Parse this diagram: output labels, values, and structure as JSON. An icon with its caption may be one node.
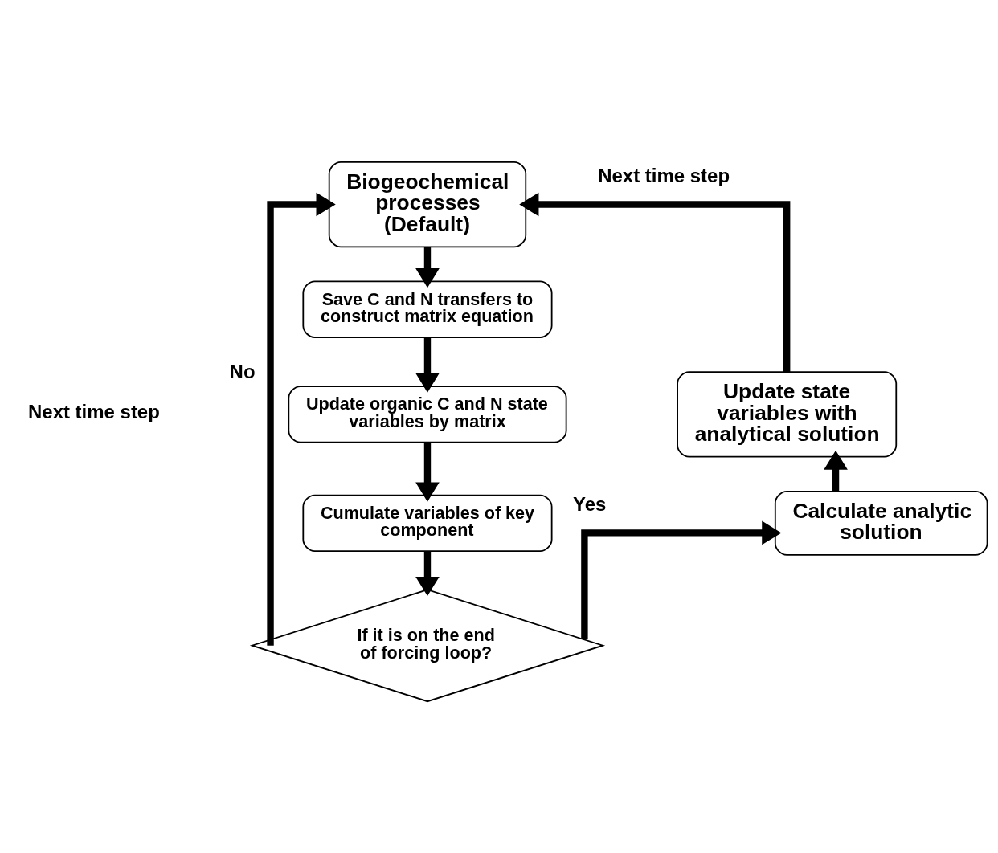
{
  "diagram": {
    "nodes": [
      {
        "text": [
          "Biogeochemical processes (Default)"
        ]
      },
      {
        "text": [
          "Save C and N transfers to construct matrix equation"
        ]
      },
      {
        "text": [
          "Update organic C and N state variables by matrix"
        ]
      },
      {
        "text": [
          "Cumulate variables of key component"
        ]
      },
      {
        "text": [
          "If it is on the end of forcing loop?"
        ]
      },
      {
        "text": [
          "Calculate analytic solution"
        ]
      },
      {
        "text": [
          "Update state variables with analytical solution"
        ]
      }
    ],
    "edges": [
      {
        "from": 0,
        "to": 1,
        "arrow": "to"
      },
      {
        "from": 1,
        "to": 2,
        "arrow": "to"
      },
      {
        "from": 2,
        "to": 3,
        "arrow": "to"
      },
      {
        "from": 3,
        "to": 4,
        "arrow": "to"
      },
      {
        "from": 4,
        "to": 0,
        "arrow": "to",
        "label": "No"
      },
      {
        "from": 4,
        "to": 5,
        "arrow": "to",
        "label": "Yes"
      },
      {
        "from": 5,
        "to": 6,
        "arrow": "to"
      },
      {
        "from": 6,
        "to": 0,
        "arrow": "to",
        "label": "Next time step"
      }
    ],
    "labels": [
      "Next time step"
    ]
  }
}
